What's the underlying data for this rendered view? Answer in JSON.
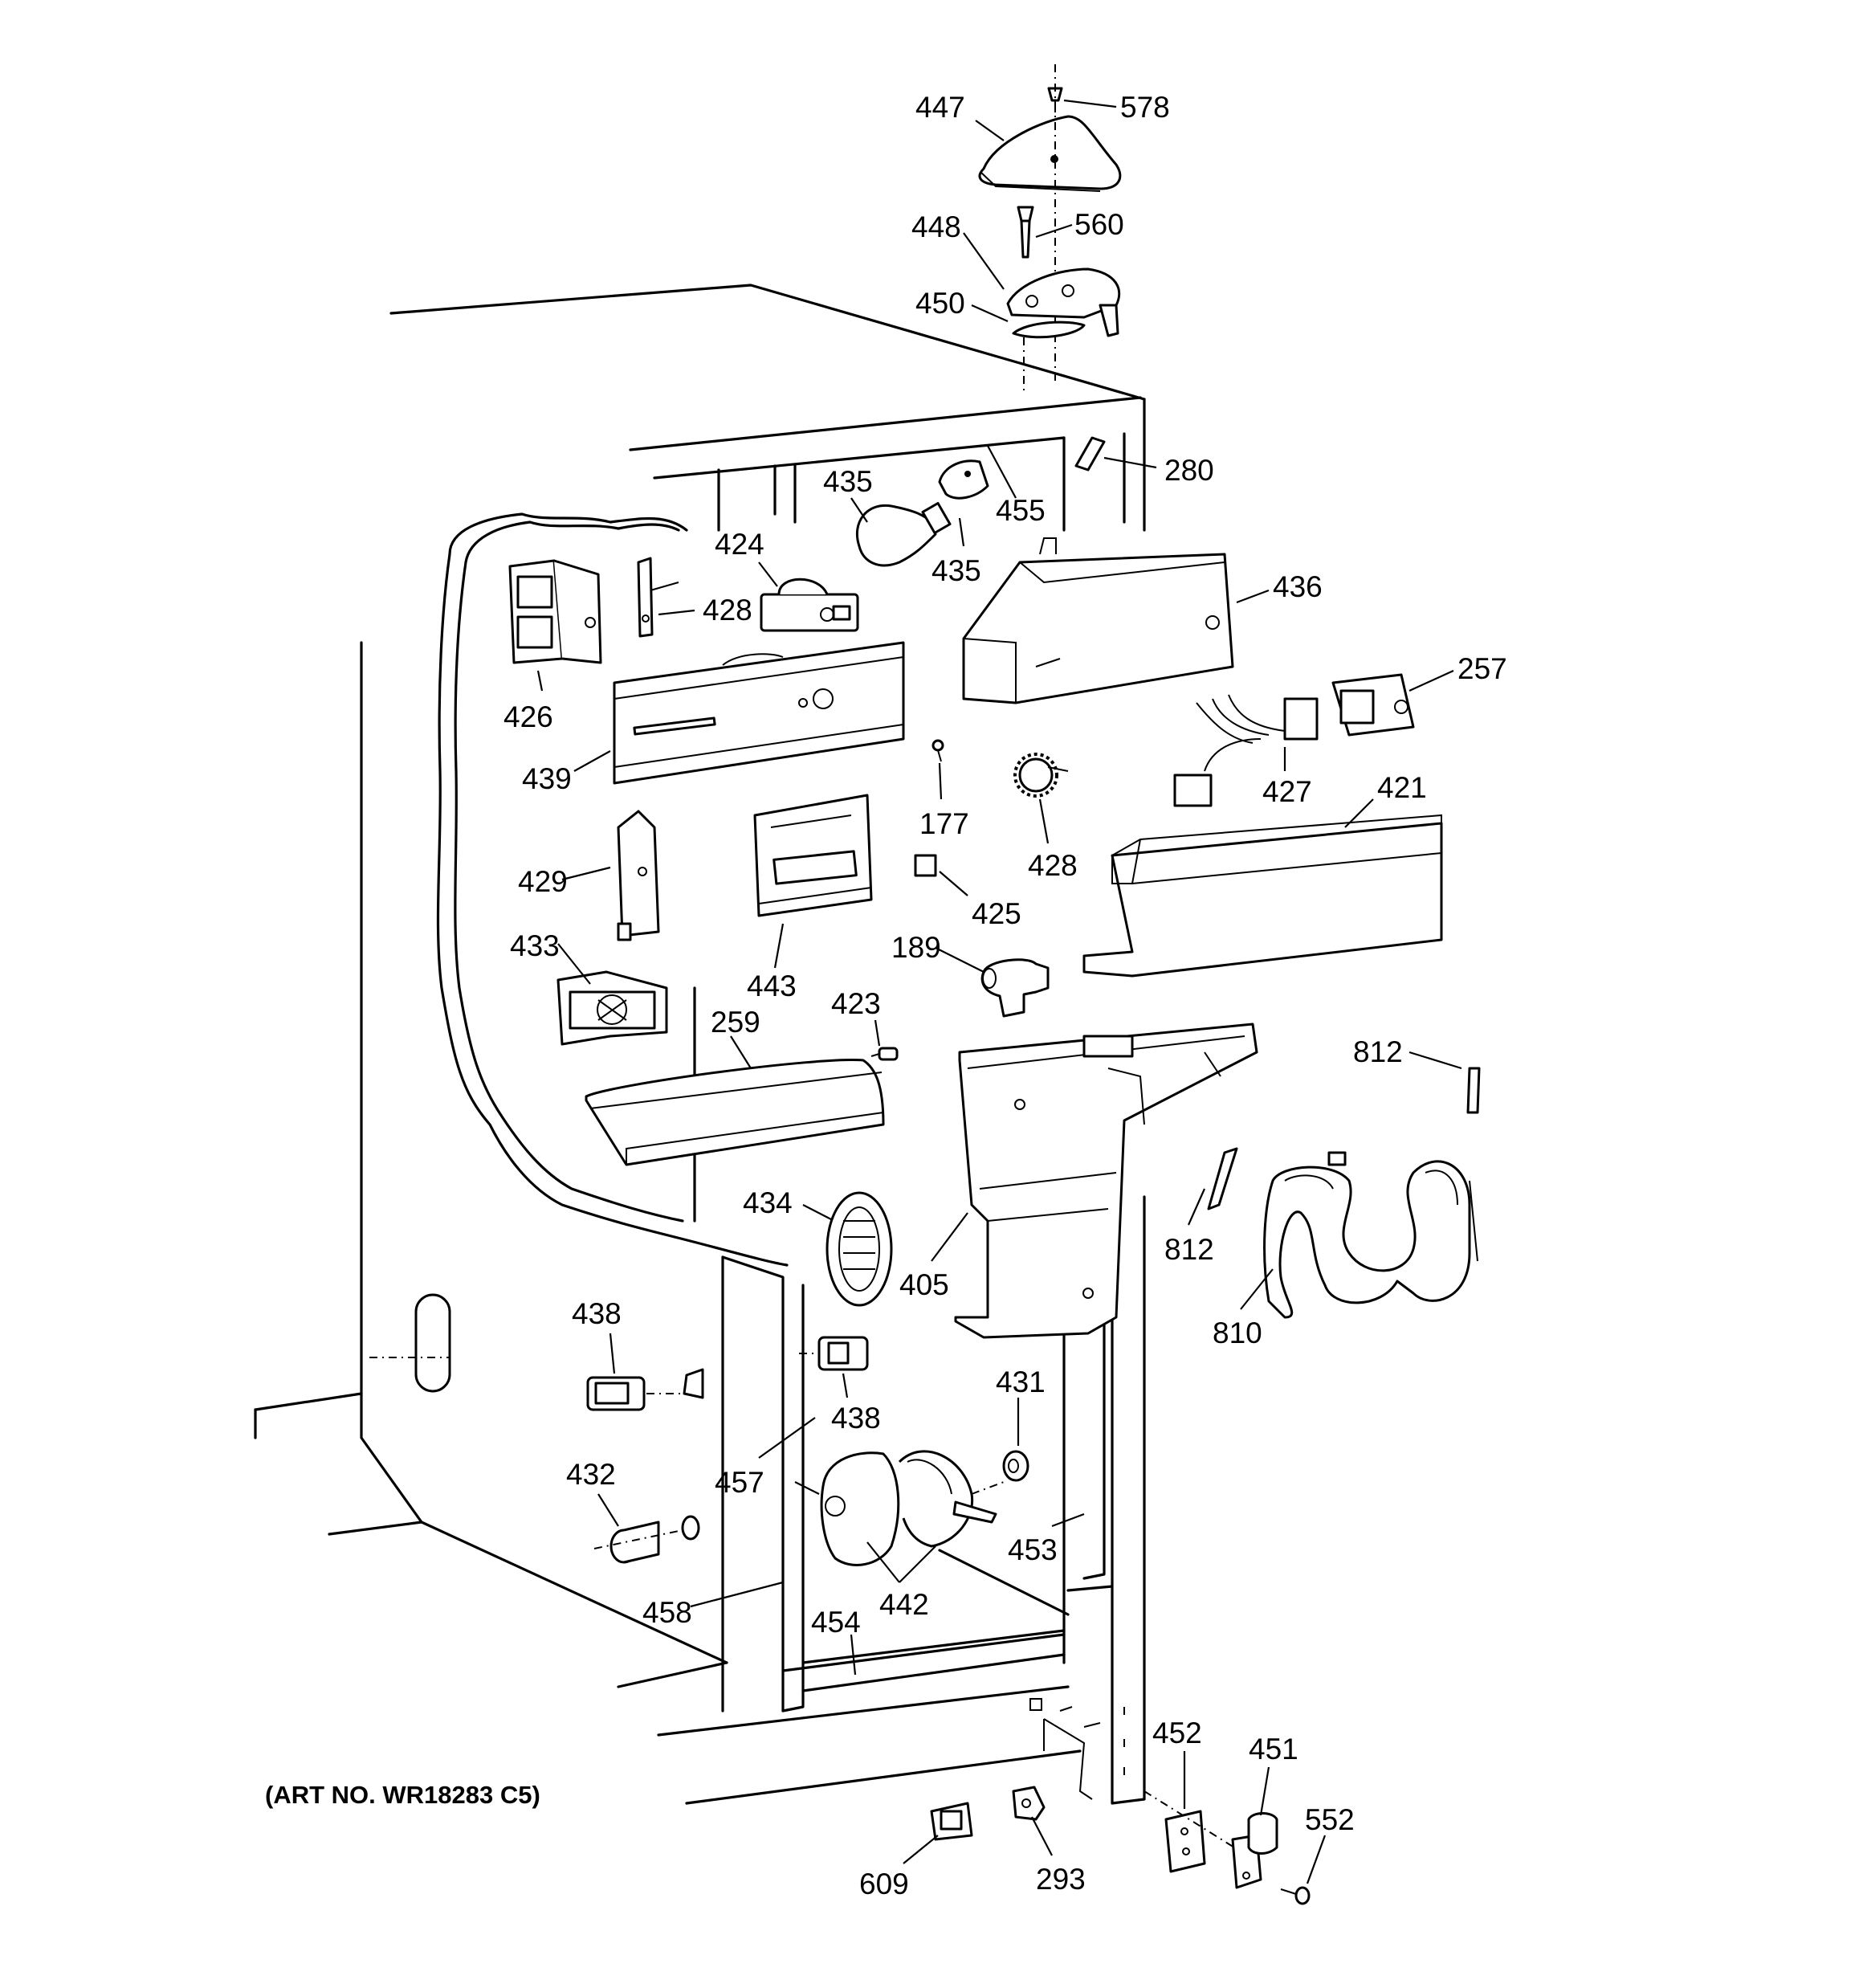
{
  "art_number": "(ART NO. WR18283 C5)",
  "labels": [
    {
      "id": "l578",
      "text": "578"
    },
    {
      "id": "l447",
      "text": "447"
    },
    {
      "id": "l560",
      "text": "560"
    },
    {
      "id": "l448",
      "text": "448"
    },
    {
      "id": "l450",
      "text": "450"
    },
    {
      "id": "l280",
      "text": "280"
    },
    {
      "id": "l435a",
      "text": "435"
    },
    {
      "id": "l455",
      "text": "455"
    },
    {
      "id": "l435b",
      "text": "435"
    },
    {
      "id": "l424",
      "text": "424"
    },
    {
      "id": "l428a",
      "text": "428"
    },
    {
      "id": "l426",
      "text": "426"
    },
    {
      "id": "l436",
      "text": "436"
    },
    {
      "id": "l257",
      "text": "257"
    },
    {
      "id": "l439",
      "text": "439"
    },
    {
      "id": "l177",
      "text": "177"
    },
    {
      "id": "l428b",
      "text": "428"
    },
    {
      "id": "l427",
      "text": "427"
    },
    {
      "id": "l421",
      "text": "421"
    },
    {
      "id": "l429",
      "text": "429"
    },
    {
      "id": "l425",
      "text": "425"
    },
    {
      "id": "l433",
      "text": "433"
    },
    {
      "id": "l443",
      "text": "443"
    },
    {
      "id": "l189",
      "text": "189"
    },
    {
      "id": "l423",
      "text": "423"
    },
    {
      "id": "l259",
      "text": "259"
    },
    {
      "id": "l812a",
      "text": "812"
    },
    {
      "id": "l434",
      "text": "434"
    },
    {
      "id": "l405",
      "text": "405"
    },
    {
      "id": "l812b",
      "text": "812"
    },
    {
      "id": "l810",
      "text": "810"
    },
    {
      "id": "l438a",
      "text": "438"
    },
    {
      "id": "l438b",
      "text": "438"
    },
    {
      "id": "l431",
      "text": "431"
    },
    {
      "id": "l457",
      "text": "457"
    },
    {
      "id": "l432",
      "text": "432"
    },
    {
      "id": "l453",
      "text": "453"
    },
    {
      "id": "l442",
      "text": "442"
    },
    {
      "id": "l458",
      "text": "458"
    },
    {
      "id": "l454",
      "text": "454"
    },
    {
      "id": "l452",
      "text": "452"
    },
    {
      "id": "l451",
      "text": "451"
    },
    {
      "id": "l552",
      "text": "552"
    },
    {
      "id": "l609",
      "text": "609"
    },
    {
      "id": "l293",
      "text": "293"
    }
  ]
}
